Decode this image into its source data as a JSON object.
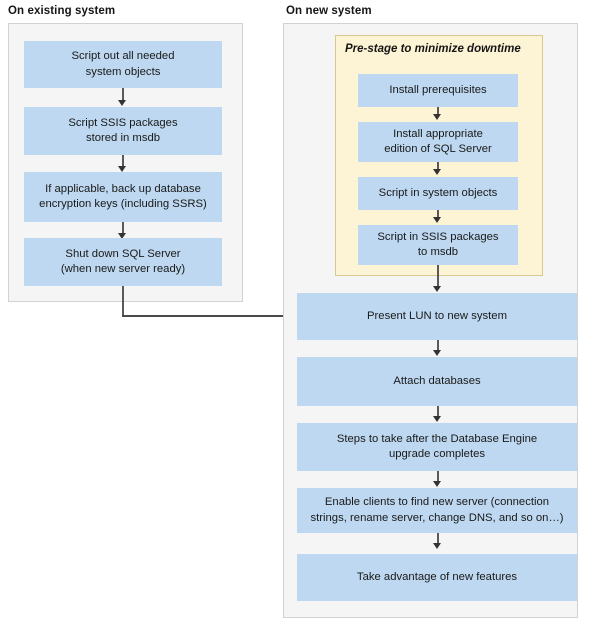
{
  "diagram": {
    "title_left": "On existing system",
    "title_right": "On new system",
    "prestage_title": "Pre-stage to minimize downtime",
    "colors": {
      "node_fill": "#bdd8f0",
      "panel_fill": "#f5f5f5",
      "panel_border": "#d2d2d2",
      "prestage_fill": "#fdf4d5",
      "prestage_border": "#d8c98e",
      "connector": "#4a4a4a",
      "text": "#1a1a1a"
    },
    "existing_system_steps": [
      {
        "line1": "Script out all needed",
        "line2": "system objects"
      },
      {
        "line1": "Script SSIS packages",
        "line2": "stored in msdb"
      },
      {
        "line1": "If applicable, back up database",
        "line2": "encryption keys (including SSRS)"
      },
      {
        "line1": "Shut down SQL Server",
        "line2": "(when new server ready)"
      }
    ],
    "prestage_steps": [
      {
        "line1": "Install prerequisites",
        "line2": ""
      },
      {
        "line1": "Install appropriate",
        "line2": "edition of SQL Server"
      },
      {
        "line1": "Script in system objects",
        "line2": ""
      },
      {
        "line1": "Script in SSIS packages",
        "line2": "to msdb"
      }
    ],
    "new_system_steps": [
      {
        "line1": "Present LUN to new system",
        "line2": ""
      },
      {
        "line1": "Attach databases",
        "line2": ""
      },
      {
        "line1": "Steps to take after the Database Engine",
        "line2": "upgrade completes"
      },
      {
        "line1": "Enable clients to find new server (connection",
        "line2": "strings, rename server, change DNS, and so on…)"
      },
      {
        "line1": "Take advantage of new features",
        "line2": ""
      }
    ]
  }
}
